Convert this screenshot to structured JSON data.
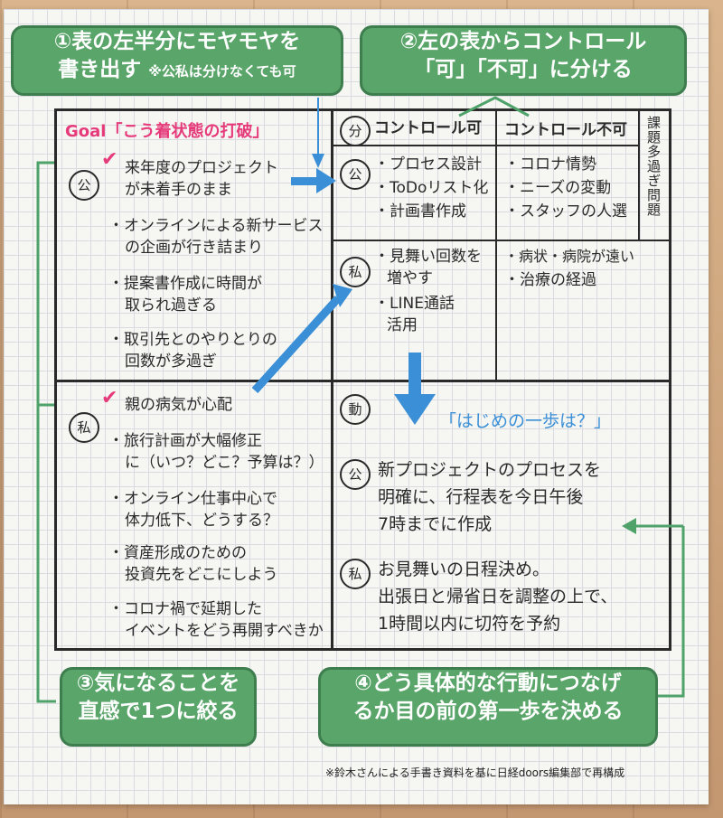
{
  "callouts": {
    "c1_main": "①表の左半分にモヤモヤを",
    "c1_main2": "書き出す",
    "c1_note": "※公私は分けなくても可",
    "c2_line1": "②左の表からコントロール",
    "c2_line2": "「可」「不可」に分ける",
    "c3_line1": "③気になることを",
    "c3_line2": "直感で1つに絞る",
    "c4_line1": "④どう具体的な行動につなげ",
    "c4_line2": "るか目の前の第一歩を決める"
  },
  "left": {
    "goal": "Goal「こう着状態の打破」",
    "public_marker": "公",
    "public_items": [
      "来年度のプロジェクト",
      "が未着手のまま",
      "・オンラインによる新サービス",
      "の企画が行き詰まり",
      "・提案書作成に時間が",
      "取られ過ぎる",
      "・取引先とのやりとりの",
      "回数が多過ぎ"
    ],
    "private_marker": "私",
    "private_items": [
      "親の病気が心配",
      "・旅行計画が大幅修正",
      "に（いつ？どこ？予算は？）",
      "・オンライン仕事中心で",
      "体力低下、どうする？",
      "・資産形成のための",
      "投資先をどこにしよう",
      "・コロナ禍で延期した",
      "イベントをどう再開すべきか"
    ]
  },
  "right": {
    "divide_marker": "分",
    "controllable_header": "コントロール可",
    "uncontrollable_header": "コントロール不可",
    "side_note": "課題多過ぎ問題",
    "public_marker": "公",
    "public_controllable": [
      "・プロセス設計",
      "・ToDoリスト化",
      "・計画書作成"
    ],
    "public_uncontrollable": [
      "・コロナ情勢",
      "・ニーズの変動",
      "・スタッフの人選"
    ],
    "private_marker": "私",
    "private_controllable": [
      "・見舞い回数を",
      "増やす",
      "・LINE通話",
      "活用"
    ],
    "private_uncontrollable": [
      "・病状・病院が遠い",
      "・治療の経過"
    ],
    "action_marker": "動",
    "first_step_question": "「はじめの一歩は？」",
    "public_action": [
      "新プロジェクトのプロセスを",
      "明確に、行程表を今日午後",
      "7時までに作成"
    ],
    "private_action": [
      "お見舞いの日程決め。",
      "出張日と帰省日を調整の上で、",
      "1時間以内に切符を予約"
    ]
  },
  "credit": "※鈴木さんによる手書き資料を基に日経doors編集部で再構成",
  "colors": {
    "callout_green": "#5aa56a",
    "arrow_blue": "#3a8fd6",
    "accent_pink": "#e63b7a",
    "connector_green": "#4fa36a"
  }
}
